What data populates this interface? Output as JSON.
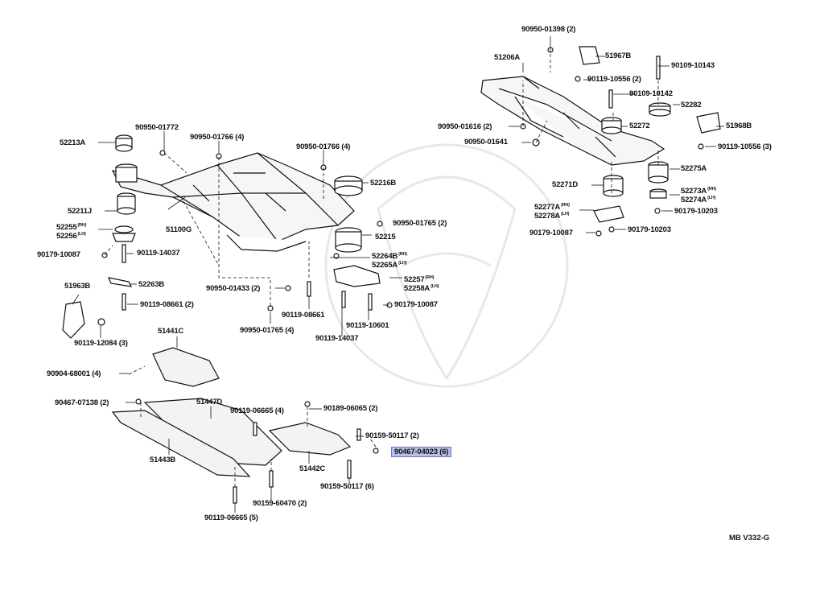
{
  "parts": {
    "p90950_01398": "90950-01398 (2)",
    "p51206A": "51206A",
    "p51967B": "51967B",
    "p90109_10143": "90109-10143",
    "p90119_10556_2": "90119-10556 (2)",
    "p90109_10142": "90109-10142",
    "p52282": "52282",
    "p90950_01616": "90950-01616 (2)",
    "p52272": "52272",
    "p51968B": "51968B",
    "p90950_01641": "90950-01641",
    "p90119_10556_3": "90119-10556 (3)",
    "p52275A": "52275A",
    "p52271D": "52271D",
    "p52273A": "52273A",
    "p52274A": "52274A",
    "p52277A": "52277A",
    "p52278A": "52278A",
    "p90179_10203a": "90179-10203",
    "p90179_10087b": "90179-10087",
    "p90179_10203b": "90179-10203",
    "p52213A": "52213A",
    "p90950_01772": "90950-01772",
    "p90950_01766a": "90950-01766 (4)",
    "p90950_01766b": "90950-01766 (4)",
    "p52216B": "52216B",
    "p52211J": "52211J",
    "p51100G": "51100G",
    "p90950_01765_2": "90950-01765 (2)",
    "p52255": "52255",
    "p52256": "52256",
    "p52215": "52215",
    "p90179_10087a": "90179-10087",
    "p90119_14037a": "90119-14037",
    "p52264B": "52264B",
    "p52265A": "52265A",
    "p51963B": "51963B",
    "p52263B": "52263B",
    "p90950_01433": "90950-01433 (2)",
    "p52257": "52257",
    "p52258A": "52258A",
    "p90119_08661_2": "90119-08661 (2)",
    "p90119_08661": "90119-08661",
    "p90179_10087c": "90179-10087",
    "p90950_01765_4": "90950-01765 (4)",
    "p90119_10601": "90119-10601",
    "p90119_12084": "90119-12084 (3)",
    "p90119_14037b": "90119-14037",
    "p51441C": "51441C",
    "p90904_68001": "90904-68001 (4)",
    "p51447D": "51447D",
    "p90467_07138": "90467-07138 (2)",
    "p90119_06665_4": "90119-06665 (4)",
    "p90189_06065": "90189-06065 (2)",
    "p90159_50117_2": "90159-50117 (2)",
    "p90467_04023": "90467-04023 (6)",
    "p51443B": "51443B",
    "p51442C": "51442C",
    "p90159_50117_6": "90159-50117 (6)",
    "p90159_60470": "90159-60470 (2)",
    "p90119_06665_5": "90119-06665 (5)"
  },
  "side": {
    "rh": "(RH)",
    "lh": "(LH)"
  },
  "reference": "MB  V332-G",
  "colors": {
    "highlight": "#b7bfe6",
    "line": "#111111"
  }
}
